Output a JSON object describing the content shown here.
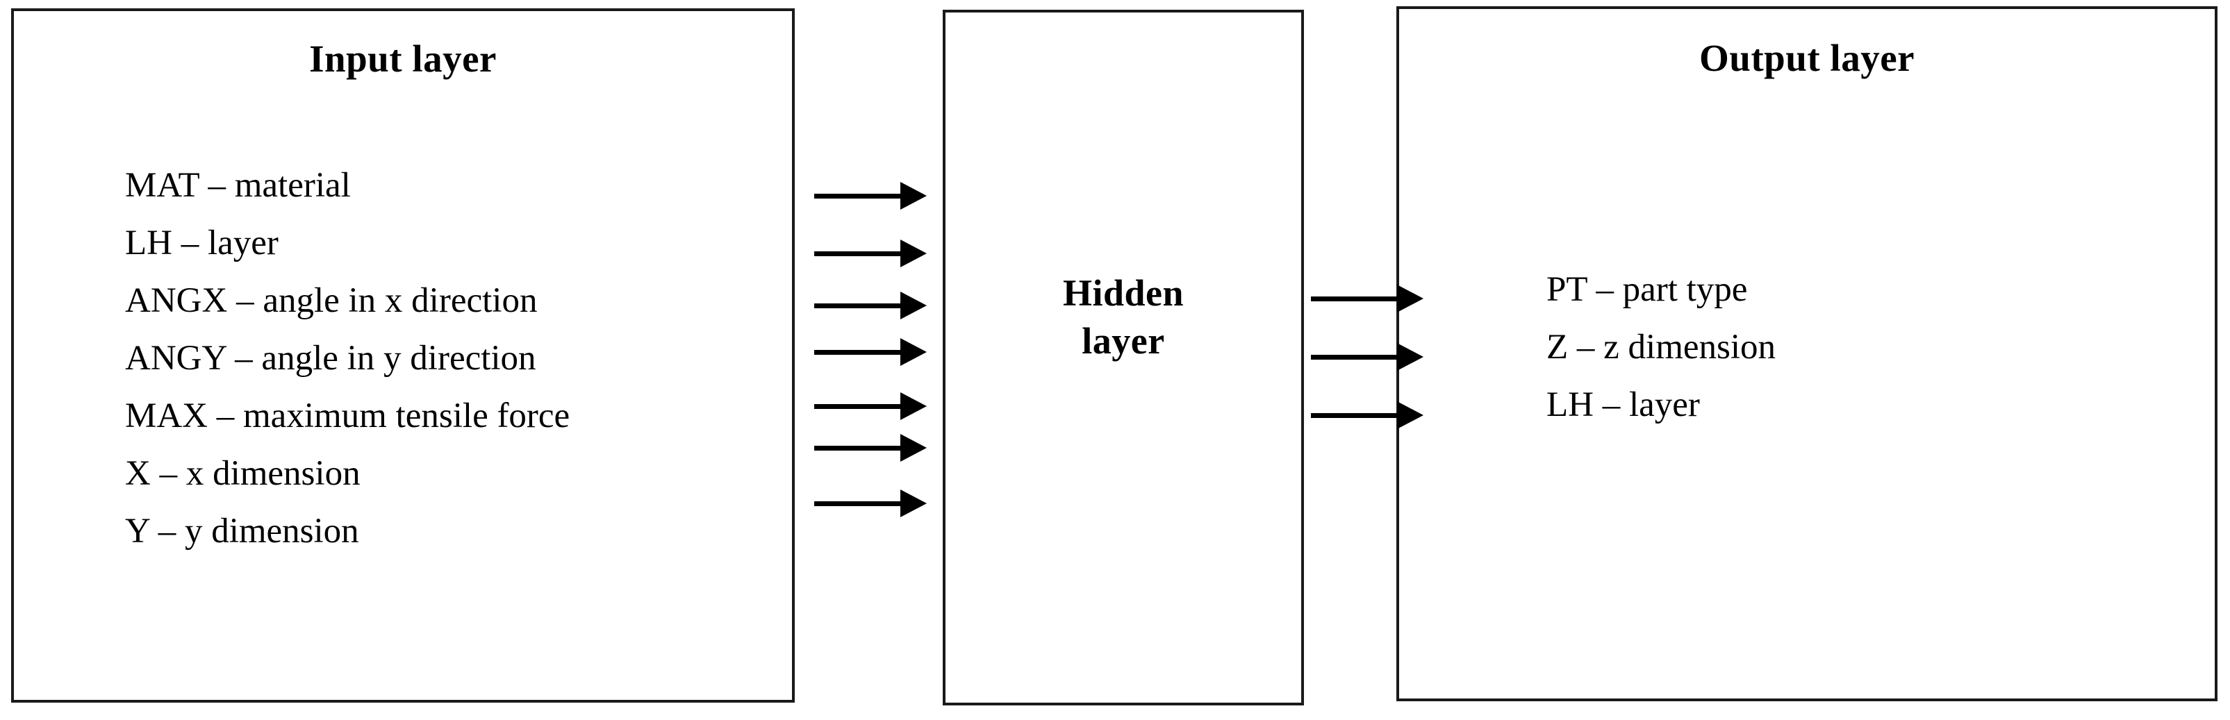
{
  "diagram": {
    "type": "neural-network-layer-diagram",
    "background_color": "#ffffff",
    "line_color": "#000000"
  },
  "input_layer": {
    "title": "Input layer",
    "items": [
      "MAT – material",
      "LH – layer",
      "ANGX – angle in x direction",
      "ANGY – angle in y direction",
      "MAX – maximum tensile force",
      "X – x dimension",
      "Y – y dimension"
    ]
  },
  "hidden_layer": {
    "title_line1": "Hidden",
    "title_line2": "layer"
  },
  "output_layer": {
    "title": "Output layer",
    "items": [
      "PT – part type",
      "Z – z dimension",
      "LH – layer"
    ]
  },
  "connections": {
    "input_to_hidden": {
      "count": 7,
      "direction": "right",
      "y_positions": [
        262,
        345,
        420,
        487,
        565,
        625,
        705
      ]
    },
    "hidden_to_output": {
      "count": 3,
      "direction": "right",
      "y_positions": [
        410,
        494,
        578
      ]
    }
  }
}
